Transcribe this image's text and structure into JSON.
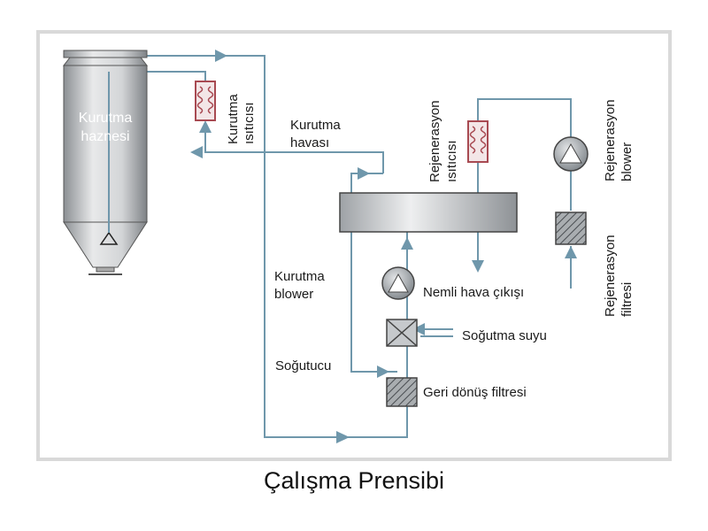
{
  "diagram": {
    "title": "Çalışma Prensibi",
    "colors": {
      "frame": "#d9d9d9",
      "pipe": "#6f97ab",
      "heater": "#a84a52",
      "tank_light": "#e8e9ea",
      "tank_dark": "#8c9094",
      "blower": "#9aa0a5"
    },
    "labels": {
      "tank": [
        "Kurutma",
        "haznesi"
      ],
      "drying_heater": [
        "Kurutma",
        "ısıtıcısı"
      ],
      "drying_air": [
        "Kurutma",
        "havası"
      ],
      "regen_heater": [
        "Rejenerasyon",
        "ısıtıcısı"
      ],
      "regen_blower": [
        "Rejenerasyon",
        "blower"
      ],
      "regen_filter": [
        "Rejenerasyon",
        "filtresi"
      ],
      "drying_blower": [
        "Kurutma",
        "blower"
      ],
      "humid_air_out": "Nemli hava çıkışı",
      "cooling_water": "Soğutma suyu",
      "cooler": "Soğutucu",
      "return_filter": "Geri dönüş filtresi"
    }
  }
}
